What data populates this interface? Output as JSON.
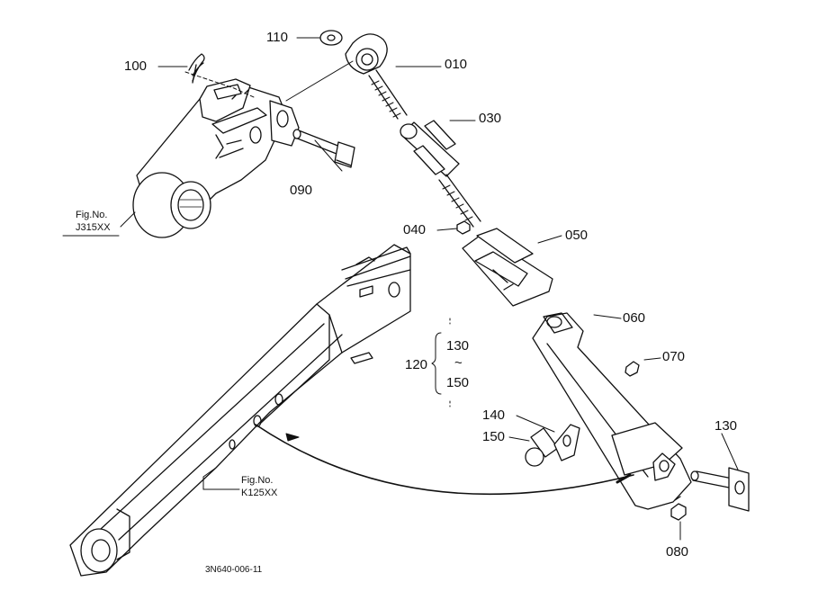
{
  "parts": {
    "p110": "110",
    "p100": "100",
    "p010": "010",
    "p030": "030",
    "p090": "090",
    "p040": "040",
    "p050": "050",
    "p060": "060",
    "p070": "070",
    "p120": "120",
    "p130a": "130",
    "p150a": "150",
    "p140": "140",
    "p150b": "150",
    "p130b": "130",
    "p080": "080",
    "tilde": "~"
  },
  "figure_refs": {
    "j315": {
      "title": "Fig.No.",
      "code": "J315XX"
    },
    "k125": {
      "title": "Fig.No.",
      "code": "K125XX"
    }
  },
  "footer": {
    "drawing_code": "3N640-006-11"
  }
}
